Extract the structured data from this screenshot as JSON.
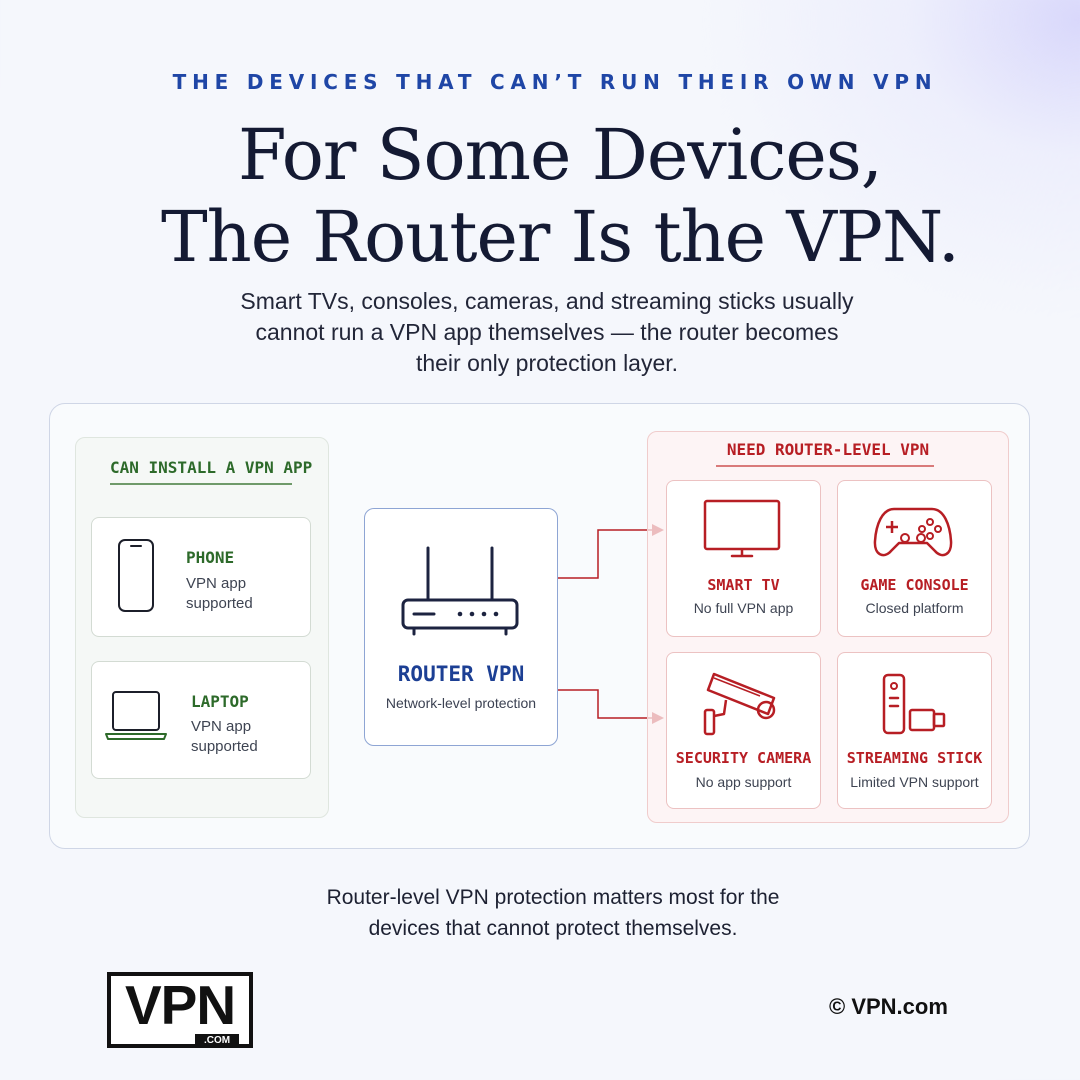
{
  "header": {
    "eyebrow": "THE DEVICES THAT CAN’T RUN THEIR OWN VPN",
    "title_line1": "For Some Devices,",
    "title_line2": "The Router Is the VPN.",
    "subtitle_line1": "Smart TVs, consoles, cameras, and streaming sticks usually",
    "subtitle_line2": "cannot run a VPN app themselves — the router becomes",
    "subtitle_line3": "their only protection layer."
  },
  "left_group": {
    "title": "CAN INSTALL A VPN APP",
    "devices": [
      {
        "name": "PHONE",
        "line1": "VPN app",
        "line2": "supported",
        "icon": "phone-icon"
      },
      {
        "name": "LAPTOP",
        "line1": "VPN app",
        "line2": "supported",
        "icon": "laptop-icon"
      }
    ]
  },
  "router": {
    "title": "ROUTER VPN",
    "subtitle": "Network-level protection",
    "icon": "router-icon"
  },
  "right_group": {
    "title": "NEED ROUTER-LEVEL VPN",
    "devices": [
      {
        "name": "SMART TV",
        "sub": "No full VPN app",
        "icon": "tv-icon"
      },
      {
        "name": "GAME CONSOLE",
        "sub": "Closed platform",
        "icon": "gamepad-icon"
      },
      {
        "name": "SECURITY CAMERA",
        "sub": "No app support",
        "icon": "security-camera-icon"
      },
      {
        "name": "STREAMING STICK",
        "sub": "Limited VPN support",
        "icon": "streaming-stick-icon"
      }
    ]
  },
  "footer": {
    "line1": "Router-level VPN protection matters most for the",
    "line2": "devices that cannot protect themselves."
  },
  "brand": {
    "logo_text": "VPN",
    "logo_sub": ".COM",
    "copyright": "© VPN.com"
  },
  "colors": {
    "navy": "#1c3f94",
    "green": "#2d6a2a",
    "red": "#b71e24",
    "dark": "#141a33"
  }
}
